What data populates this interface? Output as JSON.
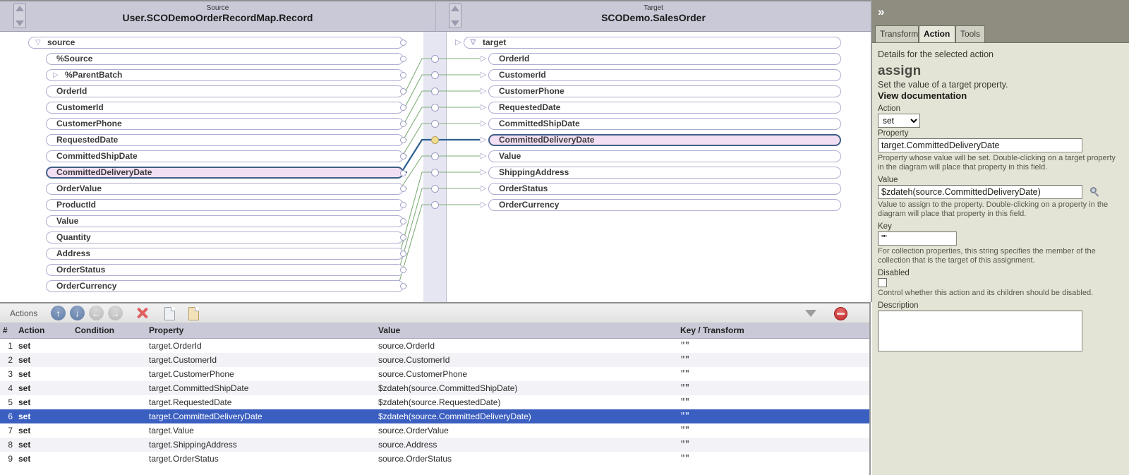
{
  "diagram": {
    "source_panel": {
      "caption": "Source",
      "title": "User.SCODemoOrderRecordMap.Record"
    },
    "target_panel": {
      "caption": "Target",
      "title": "SCODemo.SalesOrder"
    },
    "source_nodes": [
      {
        "label": "source",
        "kind": "root",
        "disclosure": "triangle-down"
      },
      {
        "label": "%Source",
        "kind": "leaf",
        "disclosure": ""
      },
      {
        "label": "%ParentBatch",
        "kind": "leaf",
        "disclosure": "triangle-right"
      },
      {
        "label": "OrderId",
        "kind": "leaf",
        "disclosure": ""
      },
      {
        "label": "CustomerId",
        "kind": "leaf",
        "disclosure": ""
      },
      {
        "label": "CustomerPhone",
        "kind": "leaf",
        "disclosure": ""
      },
      {
        "label": "RequestedDate",
        "kind": "leaf",
        "disclosure": ""
      },
      {
        "label": "CommittedShipDate",
        "kind": "leaf",
        "disclosure": ""
      },
      {
        "label": "CommittedDeliveryDate",
        "kind": "leaf",
        "disclosure": "",
        "selected": true
      },
      {
        "label": "OrderValue",
        "kind": "leaf",
        "disclosure": ""
      },
      {
        "label": "ProductId",
        "kind": "leaf",
        "disclosure": ""
      },
      {
        "label": "Value",
        "kind": "leaf",
        "disclosure": ""
      },
      {
        "label": "Quantity",
        "kind": "leaf",
        "disclosure": ""
      },
      {
        "label": "Address",
        "kind": "leaf",
        "disclosure": ""
      },
      {
        "label": "OrderStatus",
        "kind": "leaf",
        "disclosure": ""
      },
      {
        "label": "OrderCurrency",
        "kind": "leaf",
        "disclosure": ""
      }
    ],
    "target_nodes": [
      {
        "label": "target",
        "kind": "root",
        "disclosure": "triangle-down"
      },
      {
        "label": "OrderId",
        "kind": "leaf"
      },
      {
        "label": "CustomerId",
        "kind": "leaf"
      },
      {
        "label": "CustomerPhone",
        "kind": "leaf"
      },
      {
        "label": "RequestedDate",
        "kind": "leaf"
      },
      {
        "label": "CommittedShipDate",
        "kind": "leaf"
      },
      {
        "label": "CommittedDeliveryDate",
        "kind": "leaf",
        "selected": true
      },
      {
        "label": "Value",
        "kind": "leaf"
      },
      {
        "label": "ShippingAddress",
        "kind": "leaf"
      },
      {
        "label": "OrderStatus",
        "kind": "leaf"
      },
      {
        "label": "OrderCurrency",
        "kind": "leaf"
      }
    ],
    "colors": {
      "wire": "#7fae78",
      "wire_selected": "#2e5f8f",
      "node_selected_fill": "#f3dff3",
      "node_selected_border": "#3f5f86",
      "band": "#e6e6f2",
      "header": "#c9c9d8",
      "hub_selected": "#f2dd93"
    }
  },
  "actions_panel": {
    "toolbar": {
      "label": "Actions",
      "buttons": [
        {
          "name": "move-up",
          "icon": "arrow-up-icon",
          "enabled": true
        },
        {
          "name": "move-down",
          "icon": "arrow-down-icon",
          "enabled": true
        },
        {
          "name": "outdent",
          "icon": "arrow-left-icon",
          "enabled": false
        },
        {
          "name": "indent",
          "icon": "arrow-right-icon",
          "enabled": false
        },
        {
          "name": "delete",
          "icon": "red-x-icon",
          "enabled": true
        },
        {
          "name": "copy",
          "icon": "copy-icon",
          "enabled": true
        },
        {
          "name": "paste",
          "icon": "paste-icon",
          "enabled": true
        }
      ],
      "filter_icon": "triangle-down-icon",
      "disable_icon": "no-entry-icon"
    },
    "columns": [
      "#",
      "Action",
      "Condition",
      "Property",
      "Value",
      "Key / Transform"
    ],
    "rows": [
      {
        "num": "1",
        "action": "set",
        "condition": "",
        "property": "target.OrderId",
        "value": "source.OrderId",
        "key": "\"\"",
        "selected": false
      },
      {
        "num": "2",
        "action": "set",
        "condition": "",
        "property": "target.CustomerId",
        "value": "source.CustomerId",
        "key": "\"\"",
        "selected": false
      },
      {
        "num": "3",
        "action": "set",
        "condition": "",
        "property": "target.CustomerPhone",
        "value": "source.CustomerPhone",
        "key": "\"\"",
        "selected": false
      },
      {
        "num": "4",
        "action": "set",
        "condition": "",
        "property": "target.CommittedShipDate",
        "value": "$zdateh(source.CommittedShipDate)",
        "key": "\"\"",
        "selected": false
      },
      {
        "num": "5",
        "action": "set",
        "condition": "",
        "property": "target.RequestedDate",
        "value": "$zdateh(source.RequestedDate)",
        "key": "\"\"",
        "selected": false
      },
      {
        "num": "6",
        "action": "set",
        "condition": "",
        "property": "target.CommittedDeliveryDate",
        "value": "$zdateh(source.CommittedDeliveryDate)",
        "key": "\"\"",
        "selected": true
      },
      {
        "num": "7",
        "action": "set",
        "condition": "",
        "property": "target.Value",
        "value": "source.OrderValue",
        "key": "\"\"",
        "selected": false
      },
      {
        "num": "8",
        "action": "set",
        "condition": "",
        "property": "target.ShippingAddress",
        "value": "source.Address",
        "key": "\"\"",
        "selected": false
      },
      {
        "num": "9",
        "action": "set",
        "condition": "",
        "property": "target.OrderStatus",
        "value": "source.OrderStatus",
        "key": "\"\"",
        "selected": false
      }
    ],
    "selected_row_color": "#3b5fc0"
  },
  "right_panel": {
    "collapse_icon": "chevron-double-right-icon",
    "tabs": [
      {
        "label": "Transform",
        "active": false
      },
      {
        "label": "Action",
        "active": true
      },
      {
        "label": "Tools",
        "active": false
      }
    ],
    "subtitle": "Details for the selected action",
    "title": "assign",
    "description": "Set the value of a target property.",
    "doc_link": "View documentation",
    "fields": {
      "action": {
        "label": "Action",
        "value": "set",
        "options": [
          "set"
        ]
      },
      "property": {
        "label": "Property",
        "value": "target.CommittedDeliveryDate",
        "help": "Property whose value will be set. Double-clicking on a target property in the diagram will place that property in this field."
      },
      "value": {
        "label": "Value",
        "value": "$zdateh(source.CommittedDeliveryDate)",
        "help": "Value to assign to the property. Double-clicking on a property in the diagram will place that property in this field.",
        "picker_icon": "magnifier-icon"
      },
      "key": {
        "label": "Key",
        "value": "\"\"",
        "help": "For collection properties, this string specifies the member of the collection that is the target of this assignment."
      },
      "disabled": {
        "label": "Disabled",
        "checked": false,
        "help": "Control whether this action and its children should be disabled."
      },
      "description": {
        "label": "Description",
        "value": ""
      }
    }
  }
}
